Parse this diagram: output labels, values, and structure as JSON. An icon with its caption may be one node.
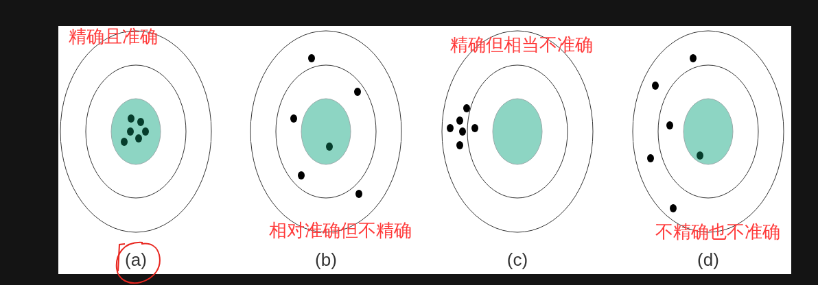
{
  "diagram": {
    "labels": [
      "精确且准确",
      "精确但相当不准确",
      "相对准确但不精确",
      "不精确也不准确",
      "(a)",
      "(b)",
      "(c)",
      "(d)"
    ]
  }
}
